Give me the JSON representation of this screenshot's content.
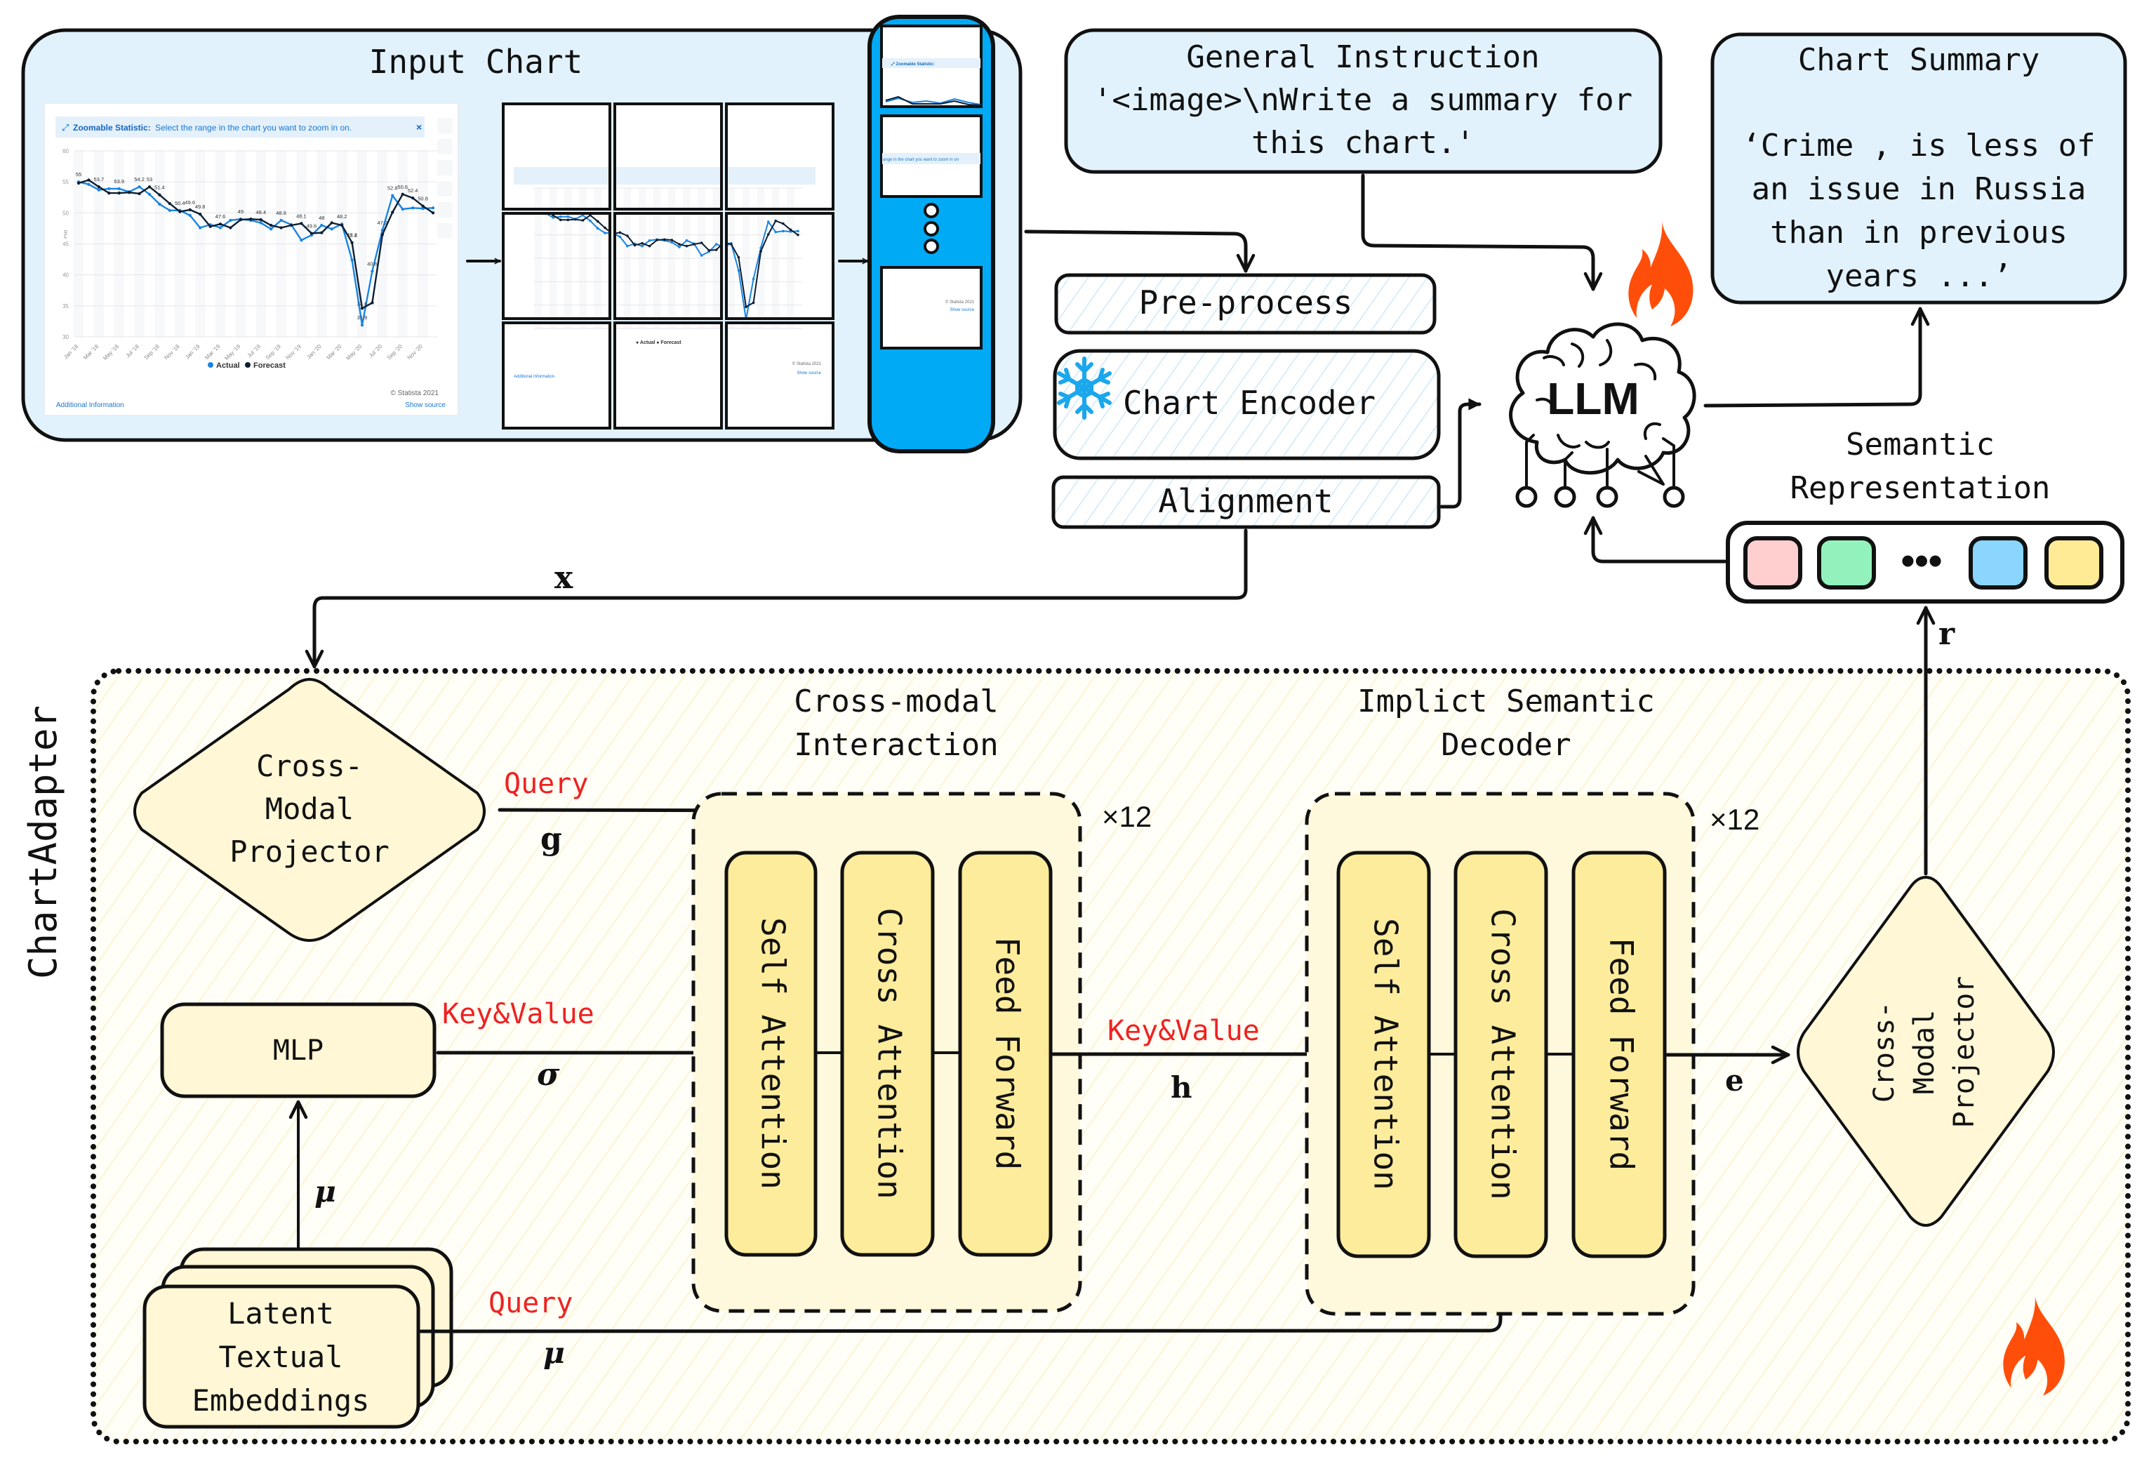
{
  "colors": {
    "panel_blue": "#E1F2FC",
    "column_blue": "#00AAF5",
    "adapter_bg": "#FFFDF3",
    "block_fill": "#FDEC9C",
    "stage_fill": "#FEF8DC",
    "red_label": "#EE2222",
    "fire": "#FF4E0A",
    "snow": "#1AA7EC",
    "token_colors": [
      "#FFCFCF",
      "#93F2BC",
      "#8AD6FF",
      "#FFEB96"
    ],
    "actual_line": "#1A84E0",
    "forecast_line": "#0D1F33"
  },
  "input_chart": {
    "title": "Input Chart",
    "banner_title": "Zoomable Statistic:",
    "banner_text": "Select the range in the chart you want to zoom in on.",
    "banner_close": "×",
    "legend": [
      "Actual",
      "Forecast"
    ],
    "credit": "© Statista 2021",
    "additional_info": "Additional Information",
    "show_source": "Show source",
    "y_label": "PMI"
  },
  "chart_data": {
    "type": "line",
    "title": "",
    "xlabel": "",
    "ylabel": "PMI",
    "ylim": [
      30,
      60
    ],
    "yticks": [
      30,
      35,
      40,
      45,
      50,
      55,
      60
    ],
    "x_tick_labels": [
      "Jan '18",
      "Mar '18",
      "May '18",
      "Jul '18",
      "Sep '18",
      "Nov '18",
      "Jan '19",
      "Mar '19",
      "May '19",
      "Jul '19",
      "Sep '19",
      "Nov '19",
      "Jan '20",
      "Mar '20",
      "May '20",
      "Jul '20",
      "Sep '20",
      "Nov '20"
    ],
    "grid": true,
    "legend_position": "bottom",
    "series": [
      {
        "name": "Actual",
        "values": [
          55,
          54.6,
          53.7,
          53.9,
          53.9,
          53.4,
          54.2,
          53.0,
          51.4,
          50.4,
          50.4,
          49.6,
          47.6,
          48.1,
          47.6,
          48.8,
          49.0,
          48.8,
          48.4,
          47.4,
          48.8,
          48.1,
          45.6,
          46.4,
          48.0,
          47.4,
          48.2,
          42.4,
          31.9,
          40.6,
          47.2,
          52.8,
          50.6,
          50.8,
          50.7,
          50.8
        ]
      },
      {
        "name": "Forecast",
        "values": [
          54.8,
          55.3,
          54.2,
          53.2,
          53.2,
          53.3,
          53.1,
          54.2,
          52.9,
          51.5,
          50.2,
          50.5,
          49.8,
          47.8,
          48.2,
          47.6,
          48.9,
          49.0,
          48.9,
          48.0,
          47.6,
          48.0,
          48.3,
          46.7,
          46.8,
          48.4,
          48.0,
          45.2,
          34.6,
          35.5,
          46.5,
          50.1,
          53.0,
          52.4,
          51.1,
          50.0
        ]
      }
    ],
    "data_labels": [
      "55",
      "53.7",
      "53.9",
      "54.2",
      "53",
      "51.4",
      "50.4",
      "49.8",
      "49.6",
      "47.6",
      "49",
      "48.4",
      "48.8",
      "48.1",
      "49.6",
      "48",
      "48.2",
      "45.2",
      "42.4",
      "34.6",
      "31.9",
      "40.6",
      "47.2",
      "52.8",
      "50.6",
      "52.4",
      "50.8"
    ]
  },
  "general_instruction": {
    "title": "General Instruction",
    "line1": "'<image>\\nWrite a summary for",
    "line2": "this chart.'"
  },
  "chart_summary": {
    "title": "Chart Summary",
    "lines": [
      "‘Crime , is less of",
      "an issue in Russia",
      "than in previous",
      "years ...’"
    ]
  },
  "pipeline": {
    "preprocess": "Pre-process",
    "chart_encoder": "Chart Encoder",
    "alignment": "Alignment",
    "llm": "LLM"
  },
  "semantic": {
    "label_line1": "Semantic",
    "label_line2": "Representation",
    "ellipsis": "•••"
  },
  "symbols": {
    "x": "x",
    "g": "g",
    "sigma": "σ",
    "mu": "μ",
    "h": "h",
    "e": "e",
    "r": "r"
  },
  "adapter": {
    "title": "ChartAdapter",
    "projector_left": [
      "Cross-",
      "Modal",
      "Projector"
    ],
    "projector_right": [
      "Cross-",
      "Modal",
      "Projector"
    ],
    "mlp": "MLP",
    "latent": [
      "Latent",
      "Textual",
      "Embeddings"
    ],
    "query_label": "Query",
    "keyvalue_label": "Key&Value",
    "cmi_title": [
      "Cross-modal",
      "Interaction"
    ],
    "isd_title": [
      "Implict Semantic",
      "Decoder"
    ],
    "repeat": "×12",
    "blocks": [
      "Self Attention",
      "Cross Attention",
      "Feed Forward"
    ]
  }
}
